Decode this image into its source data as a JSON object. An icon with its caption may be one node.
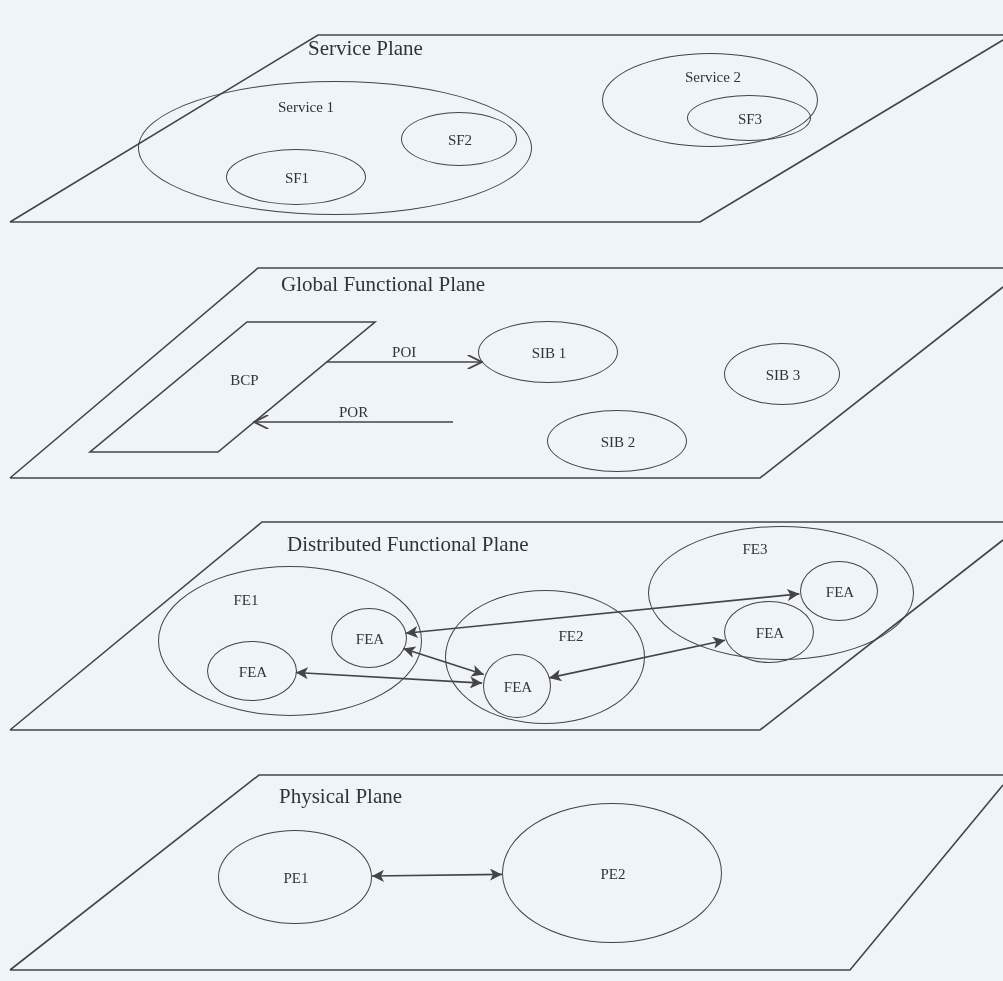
{
  "diagram": {
    "nodes": [
      {
        "text": [
          "Service Plane"
        ]
      },
      {
        "text": [
          "Service 1"
        ],
        "in": 0
      },
      {
        "text": [
          "SF1"
        ],
        "in": 1
      },
      {
        "text": [
          "SF2"
        ],
        "in": 1
      },
      {
        "text": [
          "Service 2"
        ],
        "in": 0
      },
      {
        "text": [
          "SF3"
        ],
        "in": 4
      },
      {
        "text": [
          "Global Functional Plane"
        ]
      },
      {
        "text": [
          "BCP"
        ],
        "in": 6
      },
      {
        "text": [
          "SIB 1"
        ],
        "in": 6
      },
      {
        "text": [
          "SIB 2"
        ],
        "in": 6
      },
      {
        "text": [
          "SIB 3"
        ],
        "in": 6
      },
      {
        "text": [
          "Distributed Functional Plane"
        ]
      },
      {
        "text": [
          "FE1"
        ],
        "in": 11
      },
      {
        "text": [
          "FEA"
        ],
        "in": 12
      },
      {
        "text": [
          "FEA"
        ],
        "in": 12
      },
      {
        "text": [
          "FE2"
        ],
        "in": 11
      },
      {
        "text": [
          "FEA"
        ],
        "in": 15
      },
      {
        "text": [
          "FE3"
        ],
        "in": 11
      },
      {
        "text": [
          "FEA"
        ],
        "in": 17
      },
      {
        "text": [
          "FEA"
        ],
        "in": 17
      },
      {
        "text": [
          "Physical Plane"
        ]
      },
      {
        "text": [
          "PE1"
        ],
        "in": 20
      },
      {
        "text": [
          "PE2"
        ],
        "in": 20
      }
    ],
    "edges": [
      {
        "from": 7,
        "to": 8,
        "arrow": "to",
        "label": "POI"
      },
      {
        "from": null,
        "to": 7,
        "arrow": "to",
        "label": "POR"
      },
      {
        "from": 13,
        "to": 18,
        "arrow": "both"
      },
      {
        "from": 13,
        "to": 16,
        "arrow": "both"
      },
      {
        "from": 14,
        "to": 16,
        "arrow": "both"
      },
      {
        "from": 16,
        "to": 19,
        "arrow": "both"
      },
      {
        "from": 21,
        "to": 22,
        "arrow": "both"
      }
    ]
  }
}
